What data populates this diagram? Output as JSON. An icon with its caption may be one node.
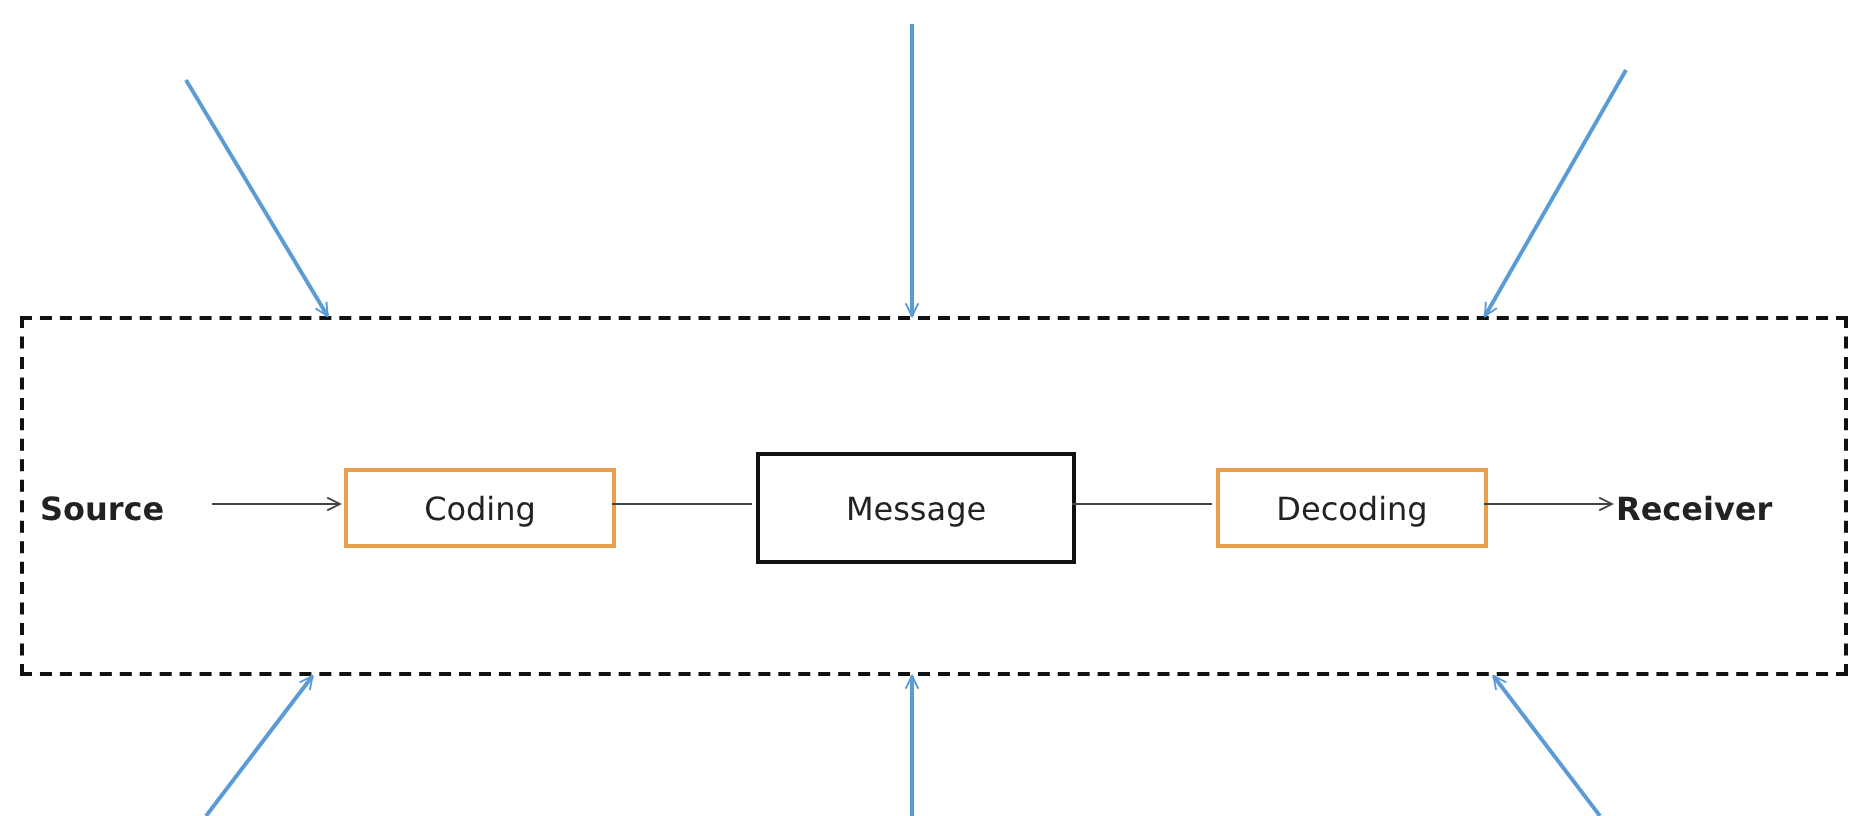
{
  "diagram": {
    "nodes": [
      {
        "text": [],
        "shape": "box"
      },
      {
        "text": [
          "Source"
        ],
        "in": 0
      },
      {
        "text": [
          "Coding"
        ],
        "in": 0
      },
      {
        "text": [
          "Message"
        ],
        "in": 0
      },
      {
        "text": [
          "Decoding"
        ],
        "in": 0
      },
      {
        "text": [
          "Receiver"
        ],
        "in": 0
      }
    ],
    "edges": [
      {
        "from": 1,
        "to": 2,
        "arrow": "to",
        "color": "#444444"
      },
      {
        "from": 2,
        "to": 3,
        "arrow": "none",
        "color": "#444444"
      },
      {
        "from": 3,
        "to": 4,
        "arrow": "none",
        "color": "#444444"
      },
      {
        "from": 4,
        "to": 5,
        "arrow": "to",
        "color": "#444444"
      },
      {
        "from": null,
        "to": 0,
        "arrow": "to"
      },
      {
        "from": null,
        "to": 0,
        "arrow": "to"
      },
      {
        "from": null,
        "to": 0,
        "arrow": "to"
      },
      {
        "from": null,
        "to": 0,
        "arrow": "to"
      },
      {
        "from": null,
        "to": 0,
        "arrow": "to"
      },
      {
        "from": null,
        "to": 0,
        "arrow": "to"
      }
    ]
  }
}
